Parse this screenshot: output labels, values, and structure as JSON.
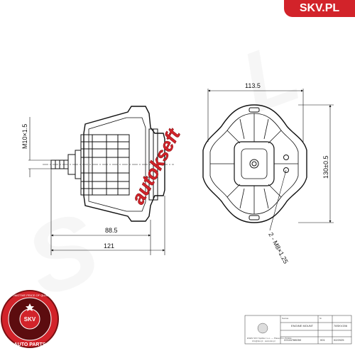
{
  "brand": {
    "site_label": "SKV.PL",
    "accent_color": "#d2232a"
  },
  "watermark": {
    "text": "autokseft",
    "color": "#d2232a"
  },
  "seal": {
    "top_text": "AUTOMOTIVE PRICE OF QUALITY",
    "center_text": "SKV",
    "bottom_text": "AUTO PARTS"
  },
  "dimensions": {
    "width_top": "113.5",
    "height_right": "130±0.5",
    "thread_left": "M10×1.5",
    "depth_inner": "88.5",
    "depth_total": "121",
    "holes": "2 - M8×1.25"
  },
  "title_block": {
    "company": "ESEN SKV Spółka z o.o. — Piaseczno, Polska",
    "company_sub": "info@skv.pl · www.skv.pl",
    "part_name_label": "Nazwa",
    "part_name": "ENGINE MOUNT",
    "part_number_label": "Nr",
    "part_number": "78SKV206",
    "oe_number": "22116788050",
    "sheet": "001",
    "date": "02/2025"
  }
}
